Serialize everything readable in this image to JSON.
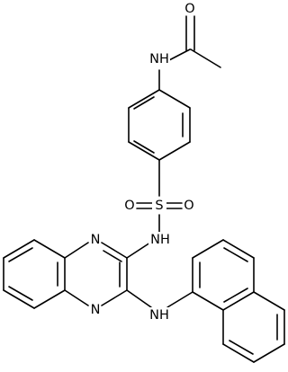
{
  "molecule": {
    "atom_labels": {
      "amide_o": "O",
      "amide_nh": "NH",
      "sulfur": "S",
      "sulfonyl_o_left": "O",
      "sulfonyl_o_right": "O",
      "sulfonamide_nh": "NH",
      "quinoxaline_n_top": "N",
      "quinoxaline_n_bottom": "N",
      "amine_nh": "NH"
    }
  }
}
